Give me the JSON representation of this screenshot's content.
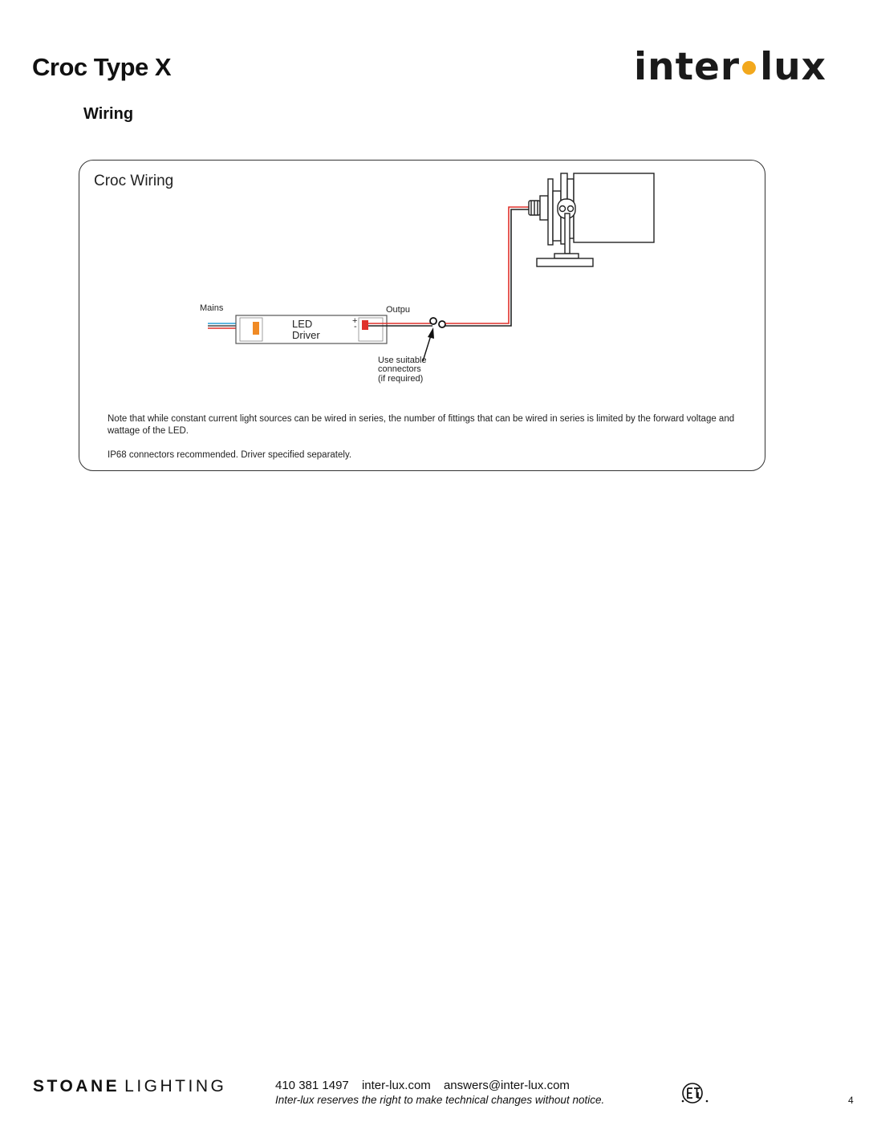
{
  "header": {
    "title": "Croc Type X",
    "logo_left": "inter",
    "logo_right": "lux"
  },
  "section": {
    "title": "Wiring"
  },
  "panel": {
    "title": "Croc Wiring",
    "diagram": {
      "mains_label": "Mains",
      "output_label": "Outpu",
      "driver_line1": "LED",
      "driver_line2": "Driver",
      "polarity_plus": "+",
      "polarity_minus": "-",
      "connector_note_line1": "Use suitable",
      "connector_note_line2": "connectors",
      "connector_note_line3": "(if required)"
    },
    "notes": [
      "Note that while constant current light sources can be wired in series, the number of fittings that can be wired in series is limited by the forward voltage and wattage of the LED.",
      "IP68 connectors recommended. Driver specified separately."
    ]
  },
  "footer": {
    "brand_bold": "STOANE",
    "brand_light": "LIGHTING",
    "phone": "410 381 1497",
    "website": "inter-lux.com",
    "email": "answers@inter-lux.com",
    "disclaimer": "Inter-lux reserves the right to make technical changes without notice.",
    "page_number": "4"
  },
  "colors": {
    "logo_dot": "#f2a81d",
    "wire_red": "#e0312b",
    "wire_blue": "#2aa0d8",
    "terminal_orange": "#f08a24"
  }
}
